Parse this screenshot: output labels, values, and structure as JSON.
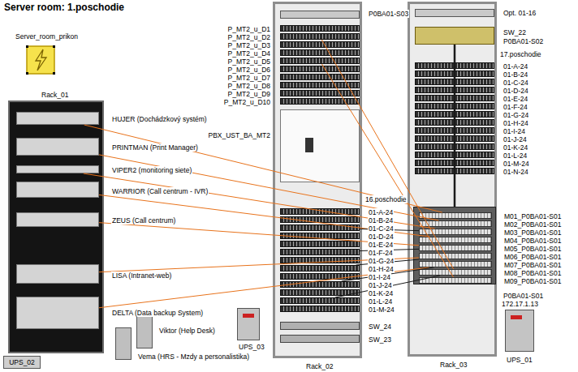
{
  "diagram": {
    "title": "Server room: 1.poschodie",
    "nodes": [
      {
        "text": [
          "Server_room_prikon"
        ]
      },
      {
        "text": [
          "Rack_01"
        ]
      },
      {
        "text": [
          "HUJER (Dochádzkový systém)"
        ],
        "in": 1
      },
      {
        "text": [
          "PRINTMAN (Print Manager)"
        ],
        "in": 1
      },
      {
        "text": [
          "VIPER2 (monitoring siete)"
        ],
        "in": 1
      },
      {
        "text": [
          "WARRIOR (Call centrum - IVR)"
        ],
        "in": 1
      },
      {
        "text": [
          "ZEUS (Call centrum)"
        ],
        "in": 1
      },
      {
        "text": [
          "LISA (Intranet-web)"
        ],
        "in": 1
      },
      {
        "text": [
          "DELTA (Data backup System)"
        ],
        "in": 1
      },
      {
        "text": [
          "UPS_02"
        ]
      },
      {
        "text": [
          "Vema (HRS - Mzdy a personalistika)"
        ]
      },
      {
        "text": [
          "Viktor (Help Desk)"
        ]
      },
      {
        "text": [
          "UPS_03"
        ]
      },
      {
        "text": [
          "Rack_02"
        ]
      },
      {
        "text": [
          "P0BA01-S03"
        ],
        "in": 13
      },
      {
        "text": [
          "P_MT2_u_D1"
        ],
        "in": 13
      },
      {
        "text": [
          "P_MT2_u_D2"
        ],
        "in": 13
      },
      {
        "text": [
          "P_MT2_u_D3"
        ],
        "in": 13
      },
      {
        "text": [
          "P_MT2_u_D4"
        ],
        "in": 13
      },
      {
        "text": [
          "P_MT2_u_D5"
        ],
        "in": 13
      },
      {
        "text": [
          "P_MT2_u_D6"
        ],
        "in": 13
      },
      {
        "text": [
          "P_MT2_u_D7"
        ],
        "in": 13
      },
      {
        "text": [
          "P_MT2_u_D8"
        ],
        "in": 13
      },
      {
        "text": [
          "P_MT2_u_D9"
        ],
        "in": 13
      },
      {
        "text": [
          "P_MT2_u_D10"
        ],
        "in": 13
      },
      {
        "text": [
          "PBX_UST_BA_MT2"
        ],
        "in": 13
      },
      {
        "text": [
          "01-A-24"
        ],
        "in": 13
      },
      {
        "text": [
          "01-B-24"
        ],
        "in": 13
      },
      {
        "text": [
          "01-C-24"
        ],
        "in": 13
      },
      {
        "text": [
          "01-D-24"
        ],
        "in": 13
      },
      {
        "text": [
          "01-E-24"
        ],
        "in": 13
      },
      {
        "text": [
          "01-F-24"
        ],
        "in": 13
      },
      {
        "text": [
          "01-G-24"
        ],
        "in": 13
      },
      {
        "text": [
          "01-H-24"
        ],
        "in": 13
      },
      {
        "text": [
          "01-I-24"
        ],
        "in": 13
      },
      {
        "text": [
          "01-J-24"
        ],
        "in": 13
      },
      {
        "text": [
          "01-K-24"
        ],
        "in": 13
      },
      {
        "text": [
          "01-L-24"
        ],
        "in": 13
      },
      {
        "text": [
          "01-M-24"
        ],
        "in": 13
      },
      {
        "text": [
          "SW_24"
        ],
        "in": 13
      },
      {
        "text": [
          "SW_23"
        ],
        "in": 13
      },
      {
        "text": [
          "Rack_03"
        ]
      },
      {
        "text": [
          "Opt. 01-16"
        ],
        "in": 41
      },
      {
        "text": [
          "SW_22",
          "P0BA01-S02"
        ],
        "in": 41
      },
      {
        "text": [
          "01-A-24"
        ],
        "in": 41
      },
      {
        "text": [
          "01-B-24"
        ],
        "in": 41
      },
      {
        "text": [
          "01-C-24"
        ],
        "in": 41
      },
      {
        "text": [
          "01-D-24"
        ],
        "in": 41
      },
      {
        "text": [
          "01-E-24"
        ],
        "in": 41
      },
      {
        "text": [
          "01-F-24"
        ],
        "in": 41
      },
      {
        "text": [
          "01-G-24"
        ],
        "in": 41
      },
      {
        "text": [
          "01-H-24"
        ],
        "in": 41
      },
      {
        "text": [
          "01-I-24"
        ],
        "in": 41
      },
      {
        "text": [
          "01-J-24"
        ],
        "in": 41
      },
      {
        "text": [
          "01-K-24"
        ],
        "in": 41
      },
      {
        "text": [
          "01-L-24"
        ],
        "in": 41
      },
      {
        "text": [
          "01-M-24"
        ],
        "in": 41
      },
      {
        "text": [
          "01-N-24"
        ],
        "in": 41
      },
      {
        "text": [
          "P0BA01-S01"
        ],
        "in": 41
      },
      {
        "text": [
          "M01_P0BA01-S01"
        ],
        "in": 58
      },
      {
        "text": [
          "M02_P0BA01-S01"
        ],
        "in": 58
      },
      {
        "text": [
          "M03_P0BA01-S01"
        ],
        "in": 58
      },
      {
        "text": [
          "M04_P0BA01-S01"
        ],
        "in": 58
      },
      {
        "text": [
          "M05_P0BA01-S01"
        ],
        "in": 58
      },
      {
        "text": [
          "M06_P0BA01-S01"
        ],
        "in": 58
      },
      {
        "text": [
          "M07_P0BA01-S01"
        ],
        "in": 58
      },
      {
        "text": [
          "M08_P0BA01-S01"
        ],
        "in": 58
      },
      {
        "text": [
          "M09_P0BA01-S01"
        ],
        "in": 58
      },
      {
        "text": [
          "172.17.1.13",
          "UPS_01"
        ]
      }
    ],
    "edges": [
      {
        "from": 2,
        "to": 59,
        "arrow": "none"
      },
      {
        "from": 3,
        "to": 60,
        "arrow": "none"
      },
      {
        "from": 4,
        "to": 61,
        "arrow": "none"
      },
      {
        "from": 5,
        "to": 62,
        "arrow": "none"
      },
      {
        "from": 6,
        "to": 63,
        "arrow": "none"
      },
      {
        "from": 7,
        "to": 64,
        "arrow": "none"
      },
      {
        "from": 8,
        "to": 65,
        "arrow": "none"
      },
      {
        "from": 16,
        "to": 66,
        "arrow": "none"
      },
      {
        "from": 19,
        "to": 67,
        "arrow": "none"
      },
      {
        "from": 28,
        "to": 61,
        "arrow": "none"
      },
      {
        "from": 31,
        "to": 63,
        "arrow": "none"
      },
      {
        "from": 33,
        "to": 64,
        "arrow": "none"
      },
      {
        "from": 35,
        "to": 65,
        "arrow": "none"
      },
      {
        "from": 37,
        "to": 66,
        "arrow": "none"
      },
      {
        "from": 43,
        "to": 58,
        "arrow": "none"
      }
    ],
    "labels": [
      "16.poschodie",
      "17.poschodie"
    ]
  }
}
